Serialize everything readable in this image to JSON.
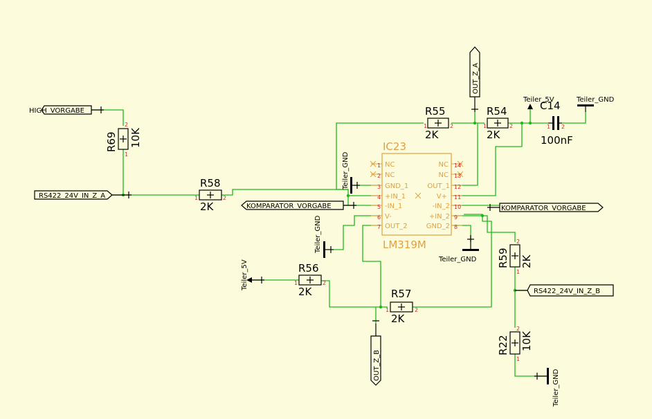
{
  "ic": {
    "ref": "IC23",
    "value": "LM319M",
    "left_pins": [
      {
        "num": "1",
        "label": "NC"
      },
      {
        "num": "2",
        "label": "NC"
      },
      {
        "num": "3",
        "label": "GND_1"
      },
      {
        "num": "4",
        "label": "+IN_1"
      },
      {
        "num": "5",
        "label": "-IN_1"
      },
      {
        "num": "6",
        "label": "V-"
      },
      {
        "num": "7",
        "label": "OUT_2"
      }
    ],
    "right_pins": [
      {
        "num": "14",
        "label": "NC"
      },
      {
        "num": "13",
        "label": "NC"
      },
      {
        "num": "12",
        "label": "OUT_1"
      },
      {
        "num": "11",
        "label": "V+"
      },
      {
        "num": "10",
        "label": "-IN_2"
      },
      {
        "num": "9",
        "label": "+IN_2"
      },
      {
        "num": "8",
        "label": "GND_2"
      }
    ]
  },
  "resistors": {
    "R69": {
      "name": "R69",
      "value": "10K",
      "pin1": "1",
      "pin2": "2"
    },
    "R58": {
      "name": "R58",
      "value": "2K",
      "pin1": "1",
      "pin2": "2"
    },
    "R55": {
      "name": "R55",
      "value": "2K",
      "pin1": "1",
      "pin2": "2"
    },
    "R54": {
      "name": "R54",
      "value": "2K",
      "pin1": "1",
      "pin2": "2"
    },
    "R56": {
      "name": "R56",
      "value": "2K",
      "pin1": "1",
      "pin2": "2"
    },
    "R57": {
      "name": "R57",
      "value": "2K",
      "pin1": "1",
      "pin2": "2"
    },
    "R59": {
      "name": "R59",
      "value": "2K",
      "pin1": "1",
      "pin2": "2"
    },
    "R22": {
      "name": "R22",
      "value": "10K",
      "pin1": "1",
      "pin2": "2"
    }
  },
  "capacitor": {
    "name": "C14",
    "value": "100nF",
    "pin1": "1",
    "pin2": "2"
  },
  "nets": {
    "high_vorgabe": "HIGH_VORGABE",
    "rs422_a": "RS422_24V_IN_Z_A",
    "rs422_b": "RS422_24V_IN_Z_B",
    "komp_left": "KOMPARATOR_VORGABE",
    "komp_right": "KOMPARATOR_VORGABE",
    "out_z_a": "OUT_Z_A",
    "out_z_b": "OUT_Z_B",
    "teiler_5v_top": "Teiler_5V",
    "teiler_5v_left": "Teiler_5V",
    "teiler_gnd_top": "Teiler_GND",
    "teiler_gnd_ic": "Teiler_GND",
    "teiler_gnd_left": "Teiler_GND",
    "teiler_gnd_pin8": "Teiler_GND",
    "teiler_gnd_bottom": "Teiler_GND"
  }
}
